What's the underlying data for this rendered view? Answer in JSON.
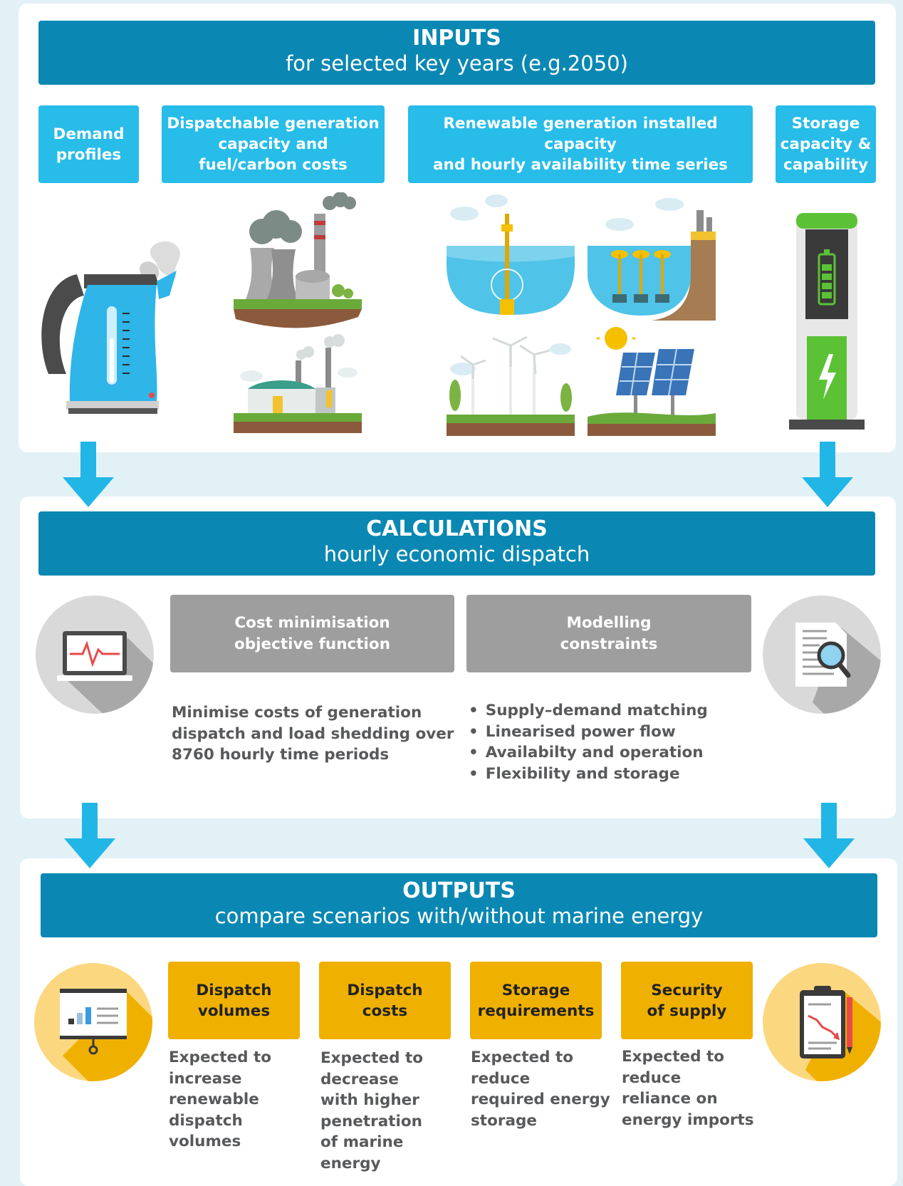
{
  "inputs": {
    "title": "INPUTS",
    "subtitle": "for selected key years (e.g.2050)",
    "boxes": [
      {
        "label": "Demand\nprofiles"
      },
      {
        "label": "Dispatchable generation\ncapacity and\nfuel/carbon costs"
      },
      {
        "label": "Renewable generation installed capacity\nand hourly availability time series"
      },
      {
        "label": "Storage\ncapacity &\ncapability"
      }
    ],
    "icons": [
      "kettle-icon",
      "coal-power-plant-icon",
      "gas-power-plant-icon",
      "tidal-stream-turbine-icon",
      "tidal-range-icon",
      "wind-farm-icon",
      "solar-panel-icon",
      "battery-storage-icon"
    ]
  },
  "calculations": {
    "title": "CALCULATIONS",
    "subtitle": "hourly economic dispatch",
    "objective": {
      "label": "Cost minimisation\nobjective function",
      "text": "Minimise costs of generation\ndispatch and load shedding over\n8760 hourly time periods"
    },
    "constraints": {
      "label": "Modelling\nconstraints",
      "items": [
        "Supply–demand matching",
        "Linearised power flow",
        "Availabilty and operation",
        "Flexibility and storage"
      ]
    },
    "icons": [
      "laptop-chart-icon",
      "document-search-icon"
    ]
  },
  "outputs": {
    "title": "OUTPUTS",
    "subtitle": "compare scenarios with/without marine energy",
    "items": [
      {
        "label": "Dispatch\nvolumes",
        "text": "Expected to\nincrease\nrenewable\ndispatch\nvolumes"
      },
      {
        "label": "Dispatch\ncosts",
        "text": "Expected to\ndecrease\nwith higher\npenetration\nof marine\nenergy"
      },
      {
        "label": "Storage\nrequirements",
        "text": "Expected to\nreduce\nrequired energy\nstorage"
      },
      {
        "label": "Security\nof supply",
        "text": "Expected to\nreduce\nreliance on\nenergy imports"
      }
    ],
    "icons": [
      "presentation-board-icon",
      "clipboard-report-icon"
    ]
  },
  "colors": {
    "banner": "#0a88b3",
    "input_box": "#28bce9",
    "calc_box": "#9e9e9e",
    "output_box": "#f0b000",
    "arrow": "#22b6e6",
    "background": "#e2f1f6"
  }
}
